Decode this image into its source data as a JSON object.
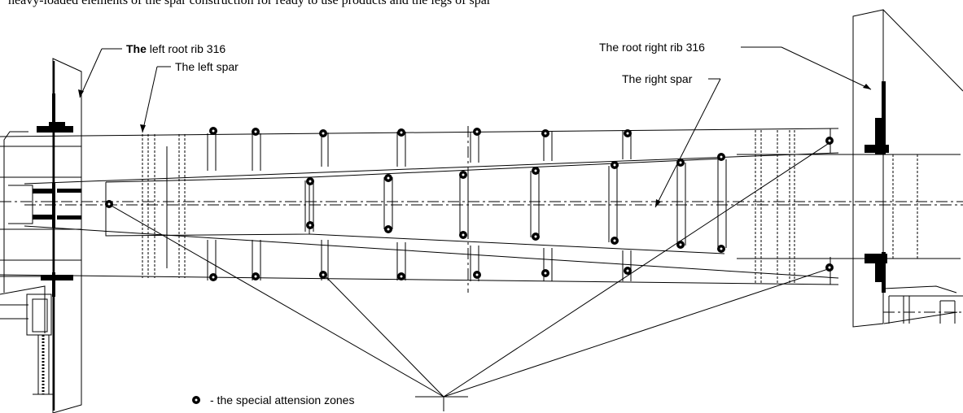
{
  "header_text": "heavy-loaded elements of the spar construction for ready to use products and the legs of spar",
  "labels": {
    "left_root_rib": {
      "prefix": "The",
      "rest": " left root rib 316"
    },
    "left_spar": "The left spar",
    "right_root_rib": "The root right rib 316",
    "right_spar": "The right spar"
  },
  "legend": {
    "text": "- the special attension zones",
    "marker_icon": "dot-marker-icon"
  },
  "colors": {
    "ink": "#000000",
    "background": "#ffffff"
  }
}
